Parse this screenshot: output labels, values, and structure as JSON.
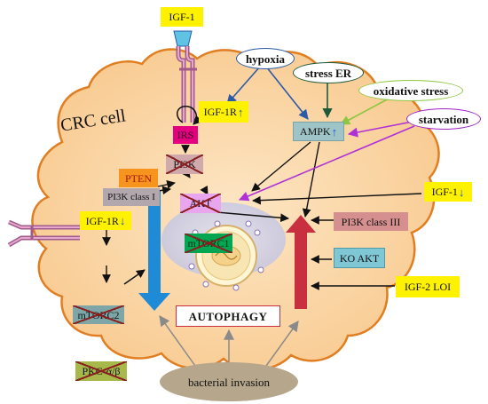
{
  "cell_title": "CRC cell",
  "nodes": {
    "igf1_top": "IGF-1",
    "igf1r_up": "IGF-1R",
    "irs": "IRS",
    "pi3k": "PI3K",
    "akt": "AKT",
    "mtorc1": "mTORC1",
    "pten": "PTEN",
    "pi3k_class1": "PI3K class I",
    "igf1r_down": "IGF-1R",
    "mtorc2": "mTORC2",
    "pkc": "PKC-α/β",
    "hypoxia": "hypoxia",
    "stress_er": "stress ER",
    "oxidative_stress": "oxidative stress",
    "starvation": "starvation",
    "ampk": "AMPK",
    "igf1_down": "IGF-1",
    "pi3k_class3": "PI3K class III",
    "ko_akt": "KO AKT",
    "igf2_loi": "IGF-2 LOI",
    "autophagy": "AUTOPHAGY",
    "bacterial_invasion": "bacterial invasion"
  },
  "colors": {
    "cell_fill": "#fbd7a8",
    "cell_border": "#e07e21",
    "nucleus_fill": "#c9cbe6",
    "highlight_yellow": "#fff200",
    "irs_fill": "#e4007f",
    "akt_fill": "#e9a6ef",
    "mtorc1_fill": "#00a651",
    "pten_fill": "#f7941d",
    "pi3k_class1_fill": "#b1a7ad",
    "mtorc2_fill": "#7fa6a6",
    "pkc_fill": "#a7b94a",
    "ampk_fill": "#9fc4c7",
    "pi3k_class3_fill": "#d58f8f",
    "ko_akt_fill": "#7fc7d4",
    "blue_arrow": "#1f8ad6",
    "red_arrow": "#c9303f",
    "hypoxia_outline": "#2b5aa8",
    "stress_er_outline": "#1e5a3a",
    "oxidative_outline": "#8dc63f",
    "starvation_outline": "#a020c8",
    "bacteria_fill": "#b5a68c"
  },
  "icons": [
    "receptor-top-icon",
    "receptor-left-icon",
    "circular-arrow-icon",
    "autophagosome-icon",
    "nucleus-icon"
  ]
}
